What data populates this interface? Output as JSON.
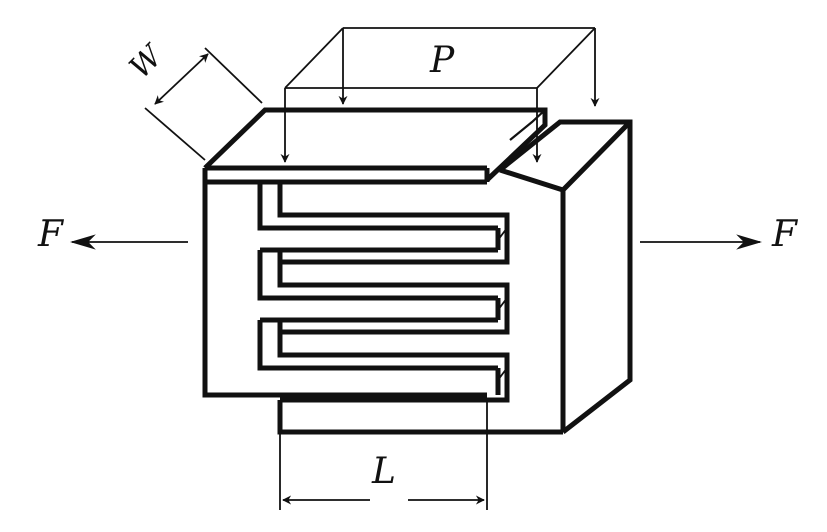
{
  "diagram": {
    "labels": {
      "force_left": "F",
      "force_right": "F",
      "load": "P",
      "width": "W",
      "length": "L"
    },
    "colors": {
      "stroke": "#111111",
      "background": "#ffffff"
    },
    "finger_count": 3
  }
}
